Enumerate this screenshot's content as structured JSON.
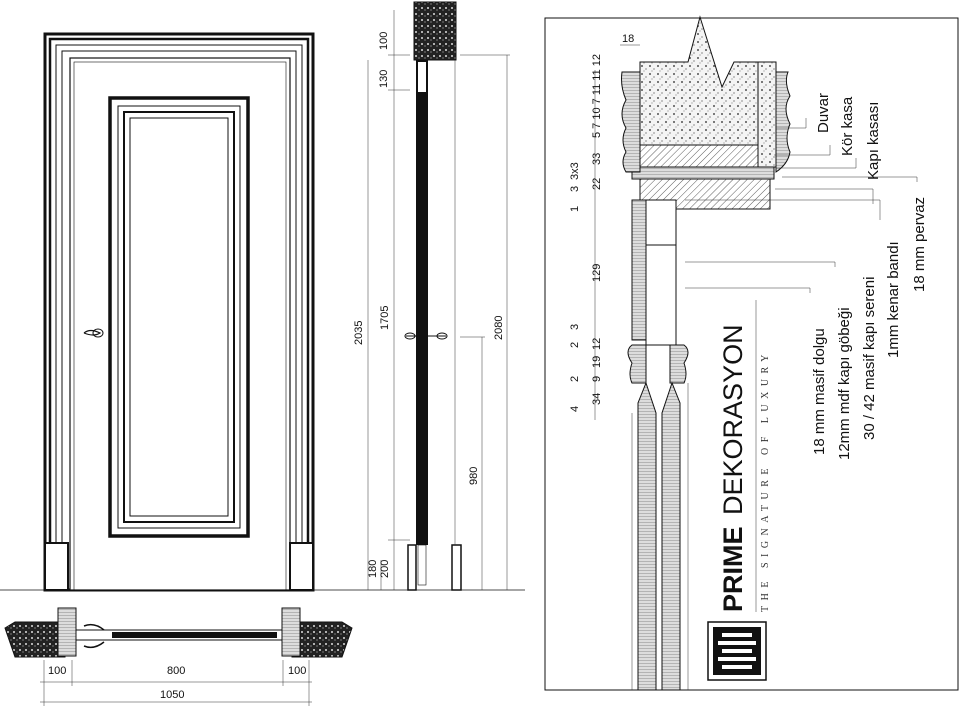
{
  "elevation": {
    "dims": {
      "total_height": "2035",
      "leaf_height": "1705",
      "top_frame": "100",
      "top_rail": "130",
      "plinth_a": "180",
      "plinth_b": "200",
      "overall_height": "2080",
      "handle_height": "980"
    }
  },
  "plan": {
    "dims": {
      "left_frame": "100",
      "leaf_width": "800",
      "right_frame": "100",
      "overall_width": "1050"
    }
  },
  "detail": {
    "top_dim": "18",
    "profile_dims": "5 7 10 7 11 11 12",
    "dims": [
      "33",
      "22",
      "3x3",
      "3",
      "1",
      "129",
      "3",
      "2",
      "12",
      "19",
      "9",
      "2",
      "34",
      "4"
    ],
    "labels": {
      "wall": "Duvar",
      "sub_frame": "Kör kasa",
      "door_frame": "Kapı kasası",
      "casing": "18 mm pervaz",
      "edge_band": "1mm kenar bandı",
      "door_stile": "30 / 42 masif kapı sereni",
      "door_core": "12mm mdf kapı göbeği",
      "solid_fill": "18 mm masif dolgu"
    }
  },
  "logo": {
    "brand_bold": "PRIME",
    "brand_light": "DEKORASYON",
    "tagline": "THE SIGNATURE OF LUXURY"
  }
}
